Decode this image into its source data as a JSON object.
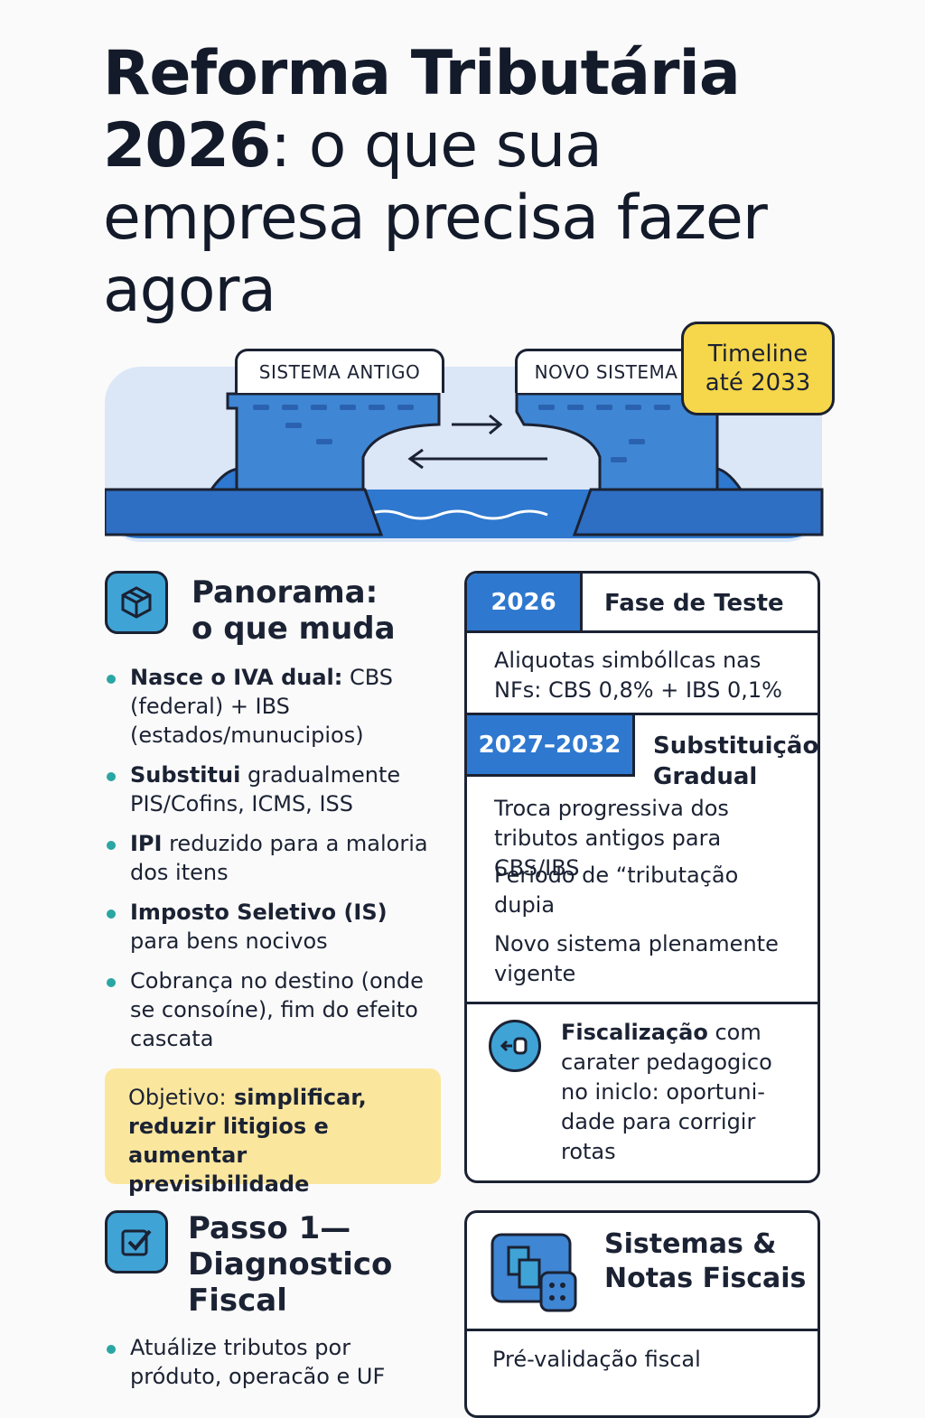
{
  "title": {
    "bold": "Reforma Tributária 2026",
    "rest": ": o que sua empresa precisa fazer agora"
  },
  "hero": {
    "old_system_label": "SISTEMA ANTIGO",
    "new_system_label": "NOVO SISTEMA",
    "timeline_line1": "Timeline",
    "timeline_line2": "até 2033"
  },
  "panorama": {
    "title_line1": "Panorama:",
    "title_line2": "o que muda",
    "icon": "cube-icon",
    "bullets": [
      {
        "bold": "Nasce o IVA dual:",
        "text": " CBS (federal) + IBS (estados/munucipios)"
      },
      {
        "bold": "Substitui",
        "text": " gradualmente PIS/Cofins, ICMS, ISS"
      },
      {
        "bold": "IPI",
        "text": " reduzido para a maloria dos itens"
      },
      {
        "bold": "Imposto Seletivo (IS)",
        "text": " para bens nocivos"
      },
      {
        "bold": "",
        "text": "Cobrança no destino (onde se consoíne), fim do efeito cascata"
      }
    ],
    "objective_prefix": "Objetivo:",
    "objective_bold": " simplificar, reduzir litigios e aumentar previsibilidade"
  },
  "timeline": {
    "phase1_year": "2026",
    "phase1_name": "Fase de Teste",
    "phase1_text": "Aliquotas simbóllcas nas NFs: CBS 0,8% + IBS 0,1%",
    "phase2_year": "2027–2032",
    "phase2_name_line1": "Substituição",
    "phase2_name_line2": "Gradual",
    "phase2_text1": "Troca progressiva dos tributos antigos para CBS/IBS",
    "phase2_text2": "Período de “tributação dupia",
    "phase2_text3": "Novo sistema plenamente vigente",
    "fisc_bold": "Fiscalização",
    "fisc_text": " com carater pedagogico no iniclo: oportuni-dade para corrigir rotas",
    "fisc_icon": "key-icon"
  },
  "passo1": {
    "title_line1": "Passo 1—",
    "title_line2": "Diagnostico",
    "title_line3": "Fiscal",
    "icon": "checkbox-icon",
    "bullet1": "Atuálize tributos por próduto, operacão e UF"
  },
  "systems": {
    "title_line1": "Sistemas &",
    "title_line2": "Notas Fiscais",
    "icon": "system-modules-icon",
    "item1": "Pré-validação fiscal"
  },
  "colors": {
    "accent_blue": "#2e78cf",
    "light_blue": "#3fa3d6",
    "yellow": "#f6d64a",
    "objective_bg": "#fbe69e",
    "bullet_teal": "#2aa6a3"
  }
}
